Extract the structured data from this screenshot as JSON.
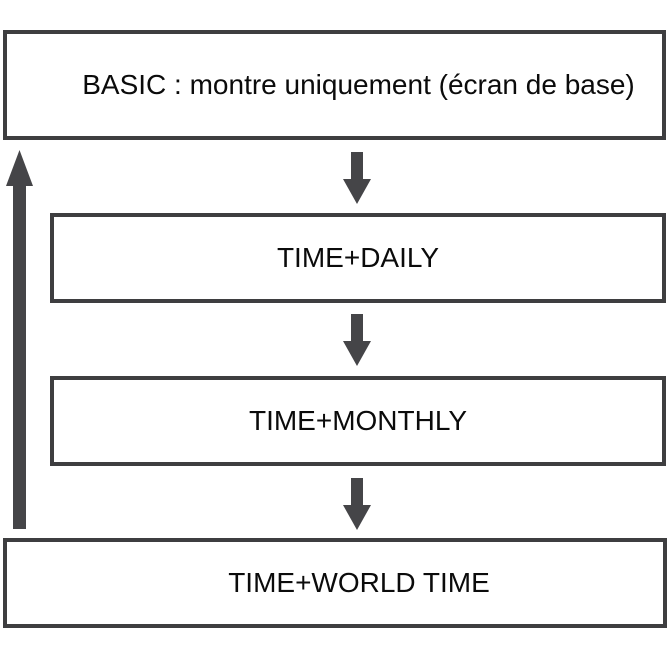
{
  "diagram": {
    "title": "mode-cycle-flowchart",
    "nodes": [
      {
        "id": "basic",
        "label": "BASIC : montre uniquement (écran de base)"
      },
      {
        "id": "time-daily",
        "label": "TIME+DAILY"
      },
      {
        "id": "time-monthly",
        "label": "TIME+MONTHLY"
      },
      {
        "id": "time-world-time",
        "label": "TIME+WORLD TIME"
      }
    ],
    "connections": [
      {
        "from": "basic",
        "to": "time-daily",
        "direction": "down"
      },
      {
        "from": "time-daily",
        "to": "time-monthly",
        "direction": "down"
      },
      {
        "from": "time-monthly",
        "to": "time-world-time",
        "direction": "down"
      },
      {
        "from": "time-world-time",
        "to": "basic",
        "direction": "up"
      }
    ],
    "colors": {
      "background": "#ffffff",
      "border": "#3e3e40",
      "arrow": "#454548",
      "text": "#0b0b0b"
    }
  }
}
